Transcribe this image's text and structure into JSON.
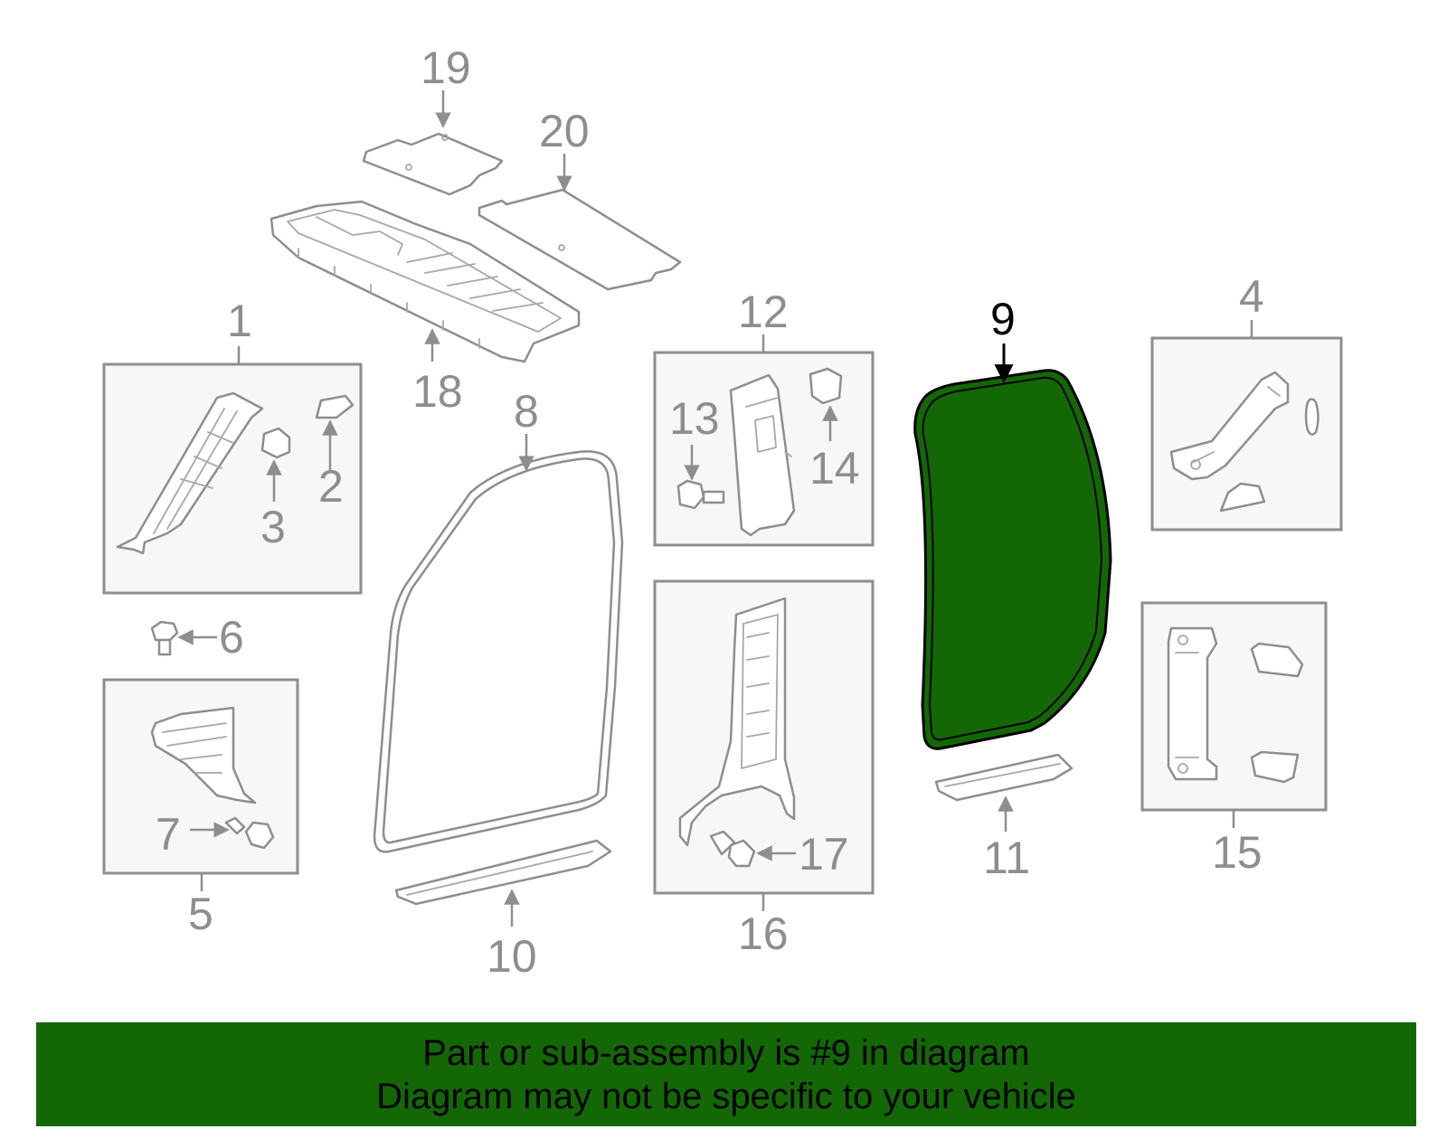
{
  "highlight": {
    "part": "9",
    "color": "#136805"
  },
  "callouts": {
    "c1": "1",
    "c2": "2",
    "c3": "3",
    "c4": "4",
    "c5": "5",
    "c6": "6",
    "c7": "7",
    "c8": "8",
    "c9": "9",
    "c10": "10",
    "c11": "11",
    "c12": "12",
    "c13": "13",
    "c14": "14",
    "c15": "15",
    "c16": "16",
    "c17": "17",
    "c18": "18",
    "c19": "19",
    "c20": "20"
  },
  "footer": {
    "line1": "Part or sub-assembly is #9 in diagram",
    "line2": "Diagram may not be specific to your vehicle"
  }
}
